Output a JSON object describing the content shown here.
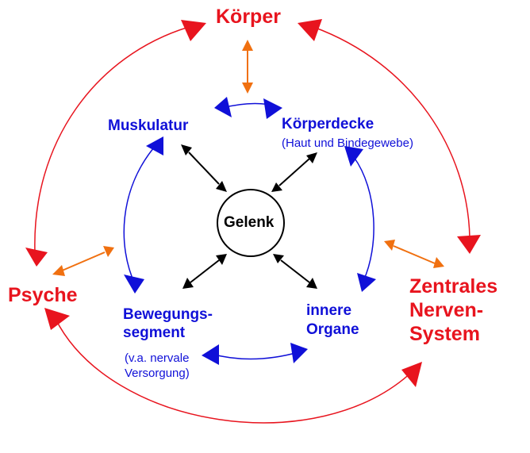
{
  "center": {
    "label": "Gelenk"
  },
  "outer": {
    "koerper": "Körper",
    "psyche": "Psyche",
    "zns": [
      "Zentrales",
      "Nerven-",
      "System"
    ]
  },
  "inner": {
    "muskulatur": "Muskulatur",
    "koerperdecke": "Körperdecke",
    "koerperdecke_sub": "(Haut und Bindegewebe)",
    "bewegungssegment": [
      "Bewegungs-",
      "segment"
    ],
    "bewegungssegment_sub": [
      "(v.a. nervale",
      "Versorgung)"
    ],
    "organe": [
      "innere",
      "Organe"
    ]
  },
  "colors": {
    "outer_ring": "#e8141e",
    "inner_ring": "#1010d8",
    "radial_arrows": "#000000",
    "cross_arrows": "#f07010"
  }
}
